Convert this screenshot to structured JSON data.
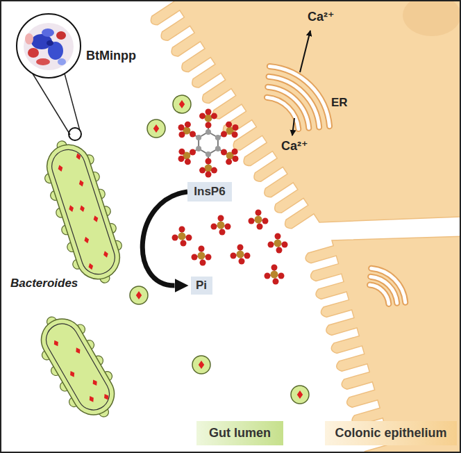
{
  "diagram": {
    "nodes": [
      {
        "text": [
          "InsP6"
        ]
      },
      {
        "text": [
          "Pi"
        ]
      },
      {
        "text": [
          "Gut lumen"
        ]
      },
      {
        "text": [
          "Colonic epithelium"
        ]
      }
    ],
    "edges": [
      {
        "from": 0,
        "to": 1,
        "arrow": "to"
      }
    ],
    "labels": [
      "BtMinpp",
      "Ca²⁺",
      "ER",
      "Ca²⁺",
      "Bacteroides"
    ]
  }
}
